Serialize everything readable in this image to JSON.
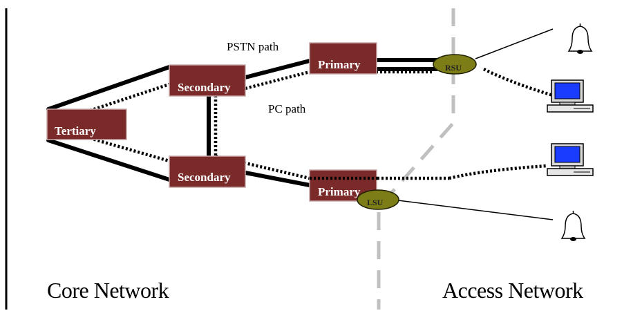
{
  "colors": {
    "node_fill": "#7b2a2a",
    "unit_fill": "#7d7d18",
    "divider": "#c0c0c0",
    "monitor_screen": "#1a3cff"
  },
  "nodes": {
    "tertiary": "Tertiary",
    "secondary_top": "Secondary",
    "secondary_bottom": "Secondary",
    "primary_top": "Primary",
    "primary_bottom": "Primary"
  },
  "units": {
    "rsu": "RSU",
    "lsu": "LSU"
  },
  "paths": {
    "pstn": "PSTN path",
    "pc": "PC path"
  },
  "regions": {
    "core": "Core Network",
    "access": "Access Network"
  },
  "icons": {
    "phone": "bell-phone-icon",
    "pc": "computer-icon"
  }
}
